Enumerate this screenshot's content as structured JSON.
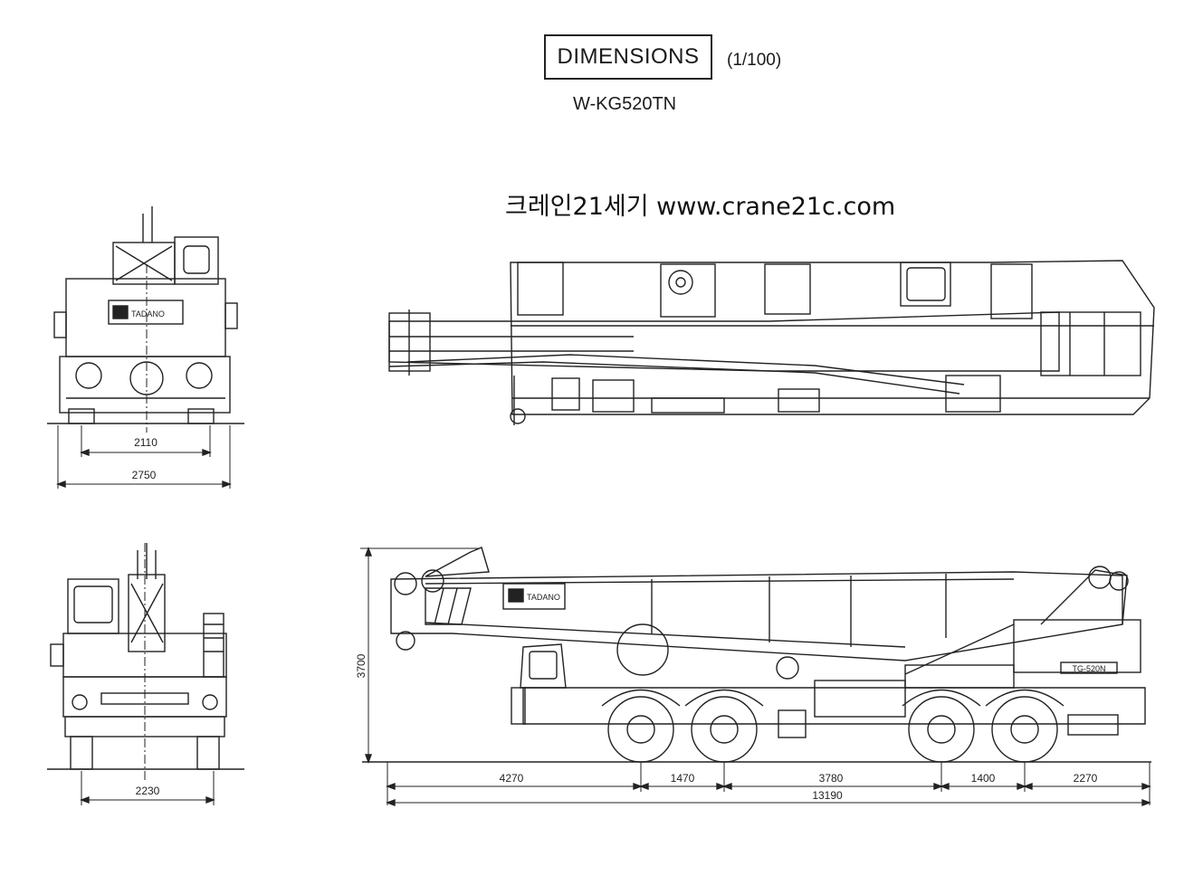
{
  "header": {
    "title": "DIMENSIONS",
    "scale": "(1/100)",
    "model": "W-KG520TN"
  },
  "watermark": "크레인21세기 www.crane21c.com",
  "logo_text": "TADANO",
  "plate_text": "TG-520N",
  "views": {
    "rear": {
      "track_width": "2110",
      "overall_width": "2750"
    },
    "front": {
      "track_width": "2230"
    },
    "side": {
      "height": "3700",
      "segments": [
        "4270",
        "1470",
        "3780",
        "1400",
        "2270"
      ],
      "overall_length": "13190"
    }
  },
  "colors": {
    "ink": "#222222",
    "paper": "#ffffff"
  }
}
